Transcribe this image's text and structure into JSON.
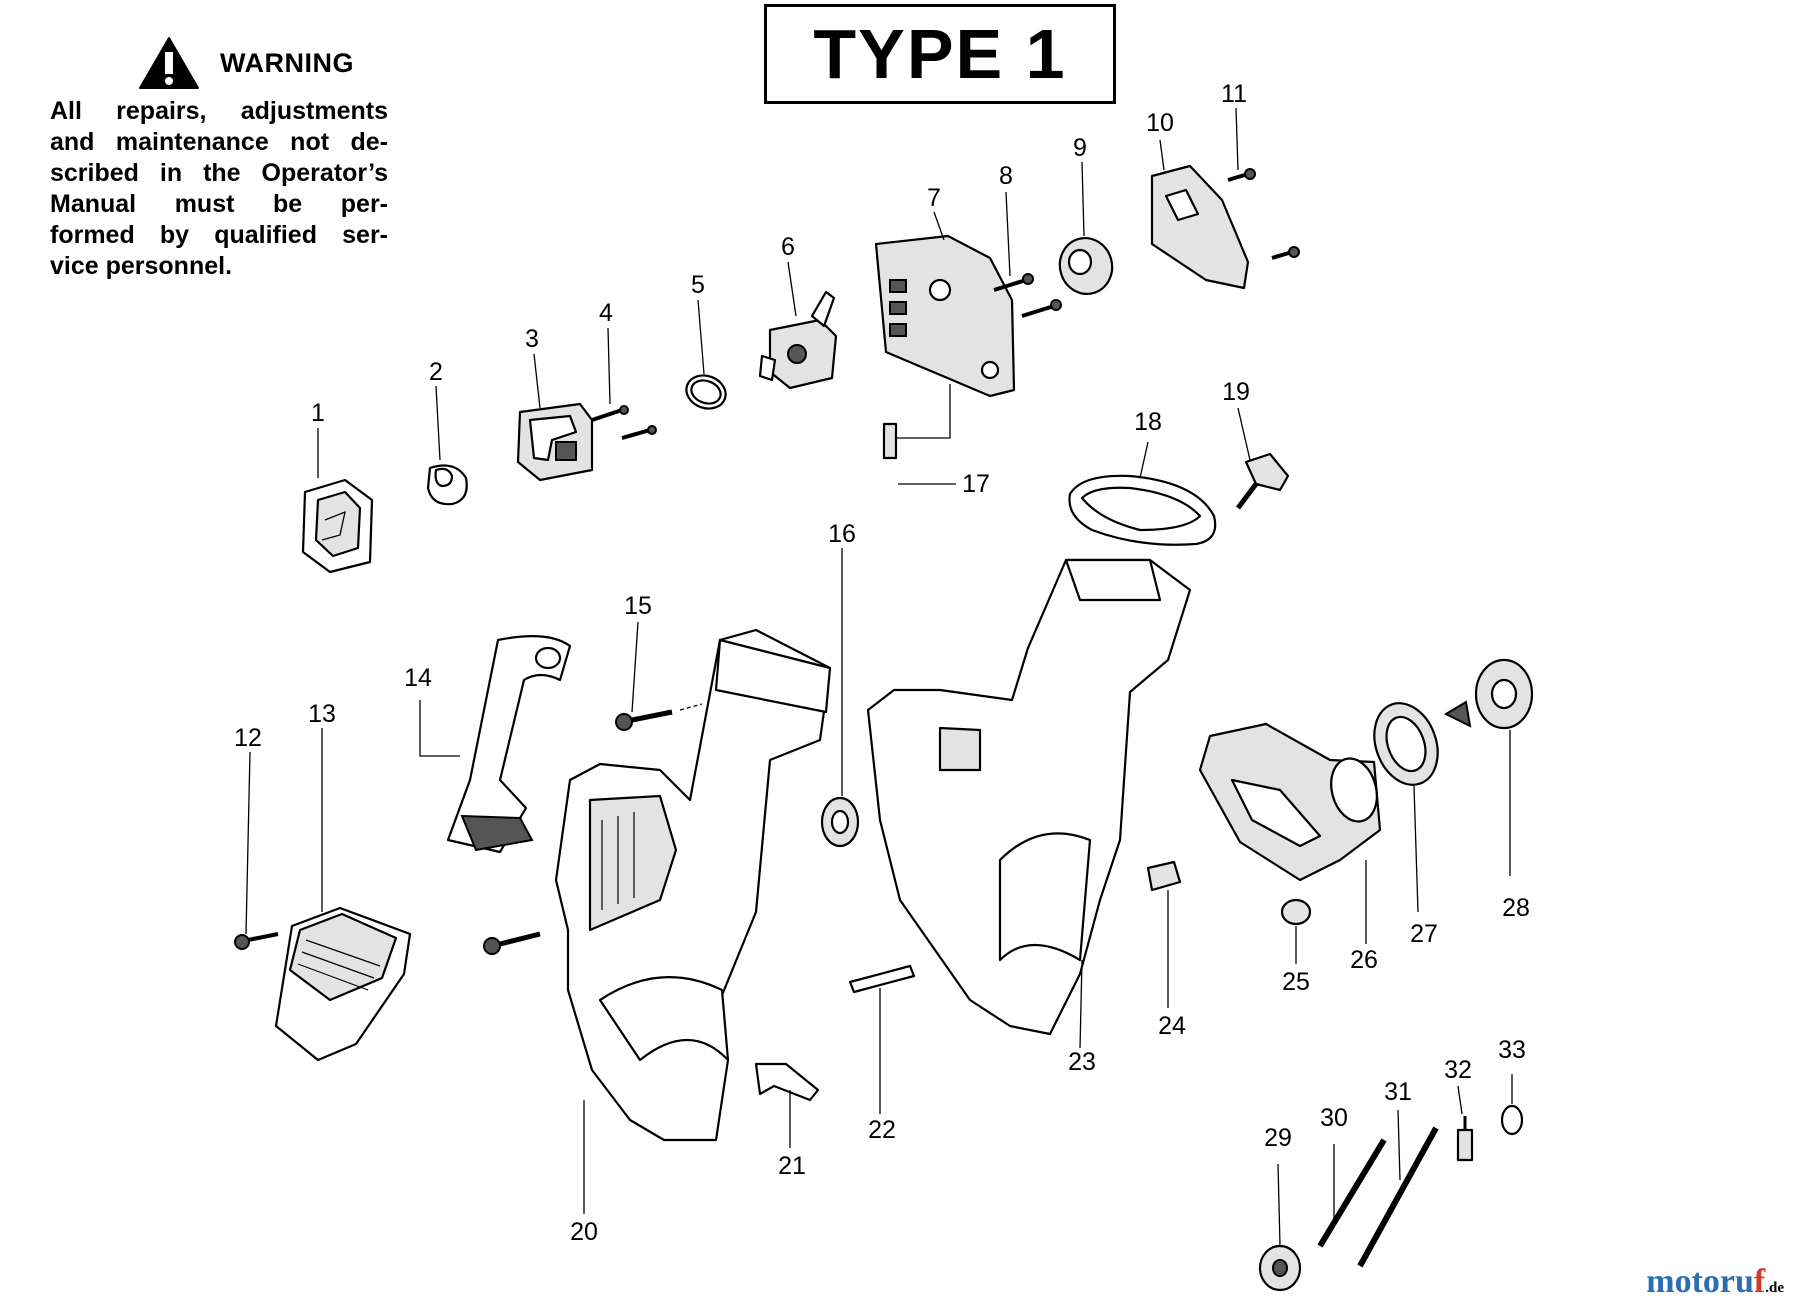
{
  "warning": {
    "title": "WARNING",
    "lines": [
      "All repairs, adjustments",
      "and maintenance not de-",
      "scribed in the Operator’s",
      "Manual must be per-",
      "formed by qualified ser-",
      "vice personnel."
    ]
  },
  "type_label": "TYPE 1",
  "callouts": [
    "1",
    "2",
    "3",
    "4",
    "5",
    "6",
    "7",
    "8",
    "9",
    "10",
    "11",
    "12",
    "13",
    "14",
    "15",
    "16",
    "17",
    "18",
    "19",
    "20",
    "21",
    "22",
    "23",
    "24",
    "25",
    "26",
    "27",
    "28",
    "29",
    "30",
    "31",
    "32",
    "33"
  ],
  "watermark": {
    "text": "motoruf",
    "suffix": ".de",
    "colors": [
      "#2a6fb5",
      "#d03a2a"
    ]
  },
  "icons": [
    "warning-triangle-icon"
  ]
}
